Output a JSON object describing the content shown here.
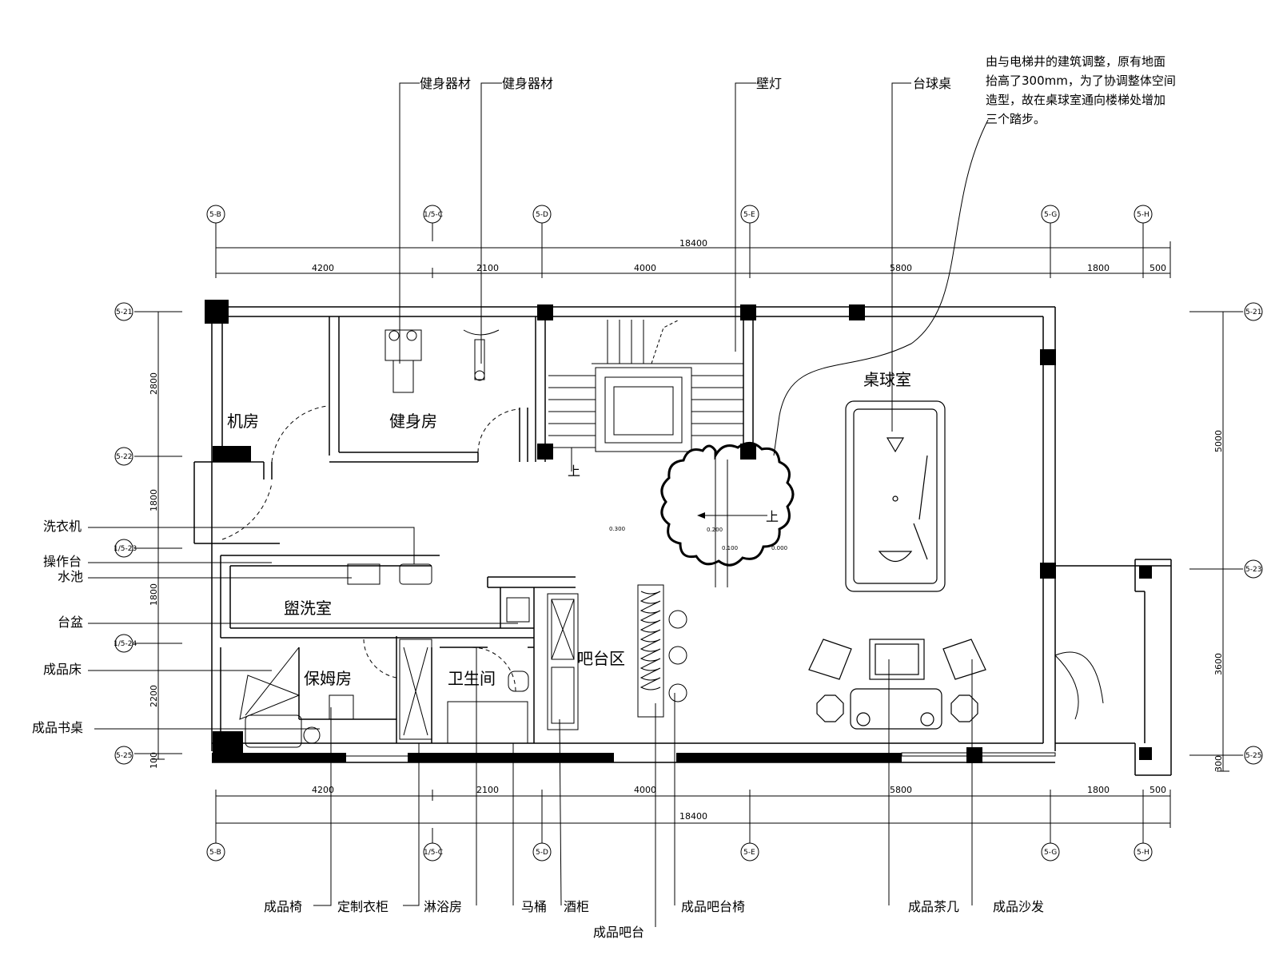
{
  "note_lines": [
    "由与电梯井的建筑调整，原有地面",
    "抬高了300mm，为了协调整体空间",
    "造型，故在桌球室通向楼梯处增加",
    "三个踏步。"
  ],
  "rooms": {
    "machine": "机房",
    "gym": "健身房",
    "billiard": "桌球室",
    "wash": "盥洗室",
    "nanny": "保姆房",
    "bathroom": "卫生间",
    "bar": "吧台区"
  },
  "labels_top": {
    "fitness1": "健身器材",
    "fitness2": "健身器材",
    "wall_lamp": "壁灯",
    "pool_table": "台球桌"
  },
  "labels_left": {
    "washer": "洗衣机",
    "counter": "操作台",
    "sink": "水池",
    "basin": "台盆",
    "bed": "成品床",
    "desk": "成品书桌"
  },
  "labels_bottom": {
    "chair": "成品椅",
    "wardrobe": "定制衣柜",
    "shower": "淋浴房",
    "toilet": "马桶",
    "wine": "酒柜",
    "bar_stool": "成品吧台椅",
    "bar_counter": "成品吧台",
    "tea_table": "成品茶几",
    "sofa": "成品沙发"
  },
  "dims_h": {
    "total": "18400",
    "segments": [
      "4200",
      "2100",
      "4000",
      "5800",
      "1800",
      "500"
    ]
  },
  "dims_v_left": [
    "2800",
    "1800",
    "1800",
    "2200",
    "100"
  ],
  "dims_v_right": [
    "5000",
    "3600",
    "300"
  ],
  "axis_top": [
    "5-B",
    "1/5-C",
    "5-D",
    "5-E",
    "5-G",
    "5-H"
  ],
  "axis_left": [
    "5-21",
    "5-22",
    "1/5-23",
    "1/5-24",
    "5-25"
  ],
  "axis_right": [
    "5-21",
    "5-23",
    "5-25"
  ],
  "stair_up": "上",
  "levels": [
    "0.300",
    "0.200",
    "0.100",
    "0.000"
  ]
}
